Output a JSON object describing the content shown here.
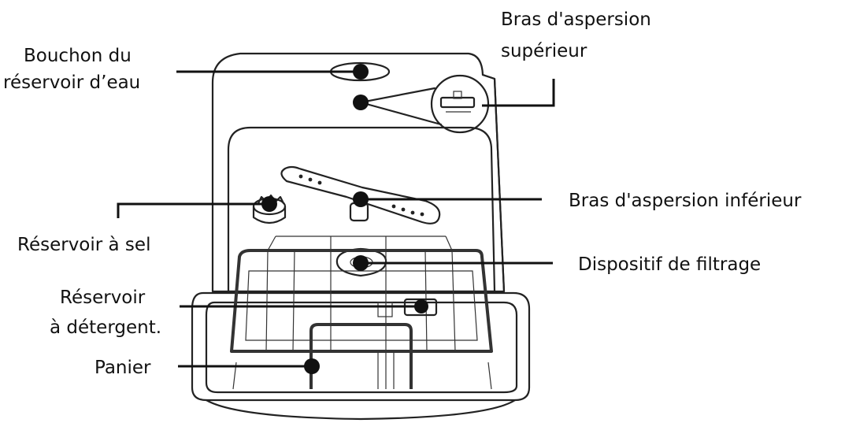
{
  "labels": {
    "water_cap_line1": "Bouchon du",
    "water_cap_line2": "réservoir d’eau",
    "upper_arm_line1": "Bras d'aspersion",
    "upper_arm_line2": "supérieur",
    "lower_arm": "Bras d'aspersion inférieur",
    "salt_reservoir": "Réservoir à sel",
    "filter": "Dispositif de filtrage",
    "detergent_line1": "Réservoir",
    "detergent_line2": "à détergent.",
    "basket": "Panier"
  },
  "colors": {
    "stroke": "#111111",
    "background": "#ffffff"
  }
}
